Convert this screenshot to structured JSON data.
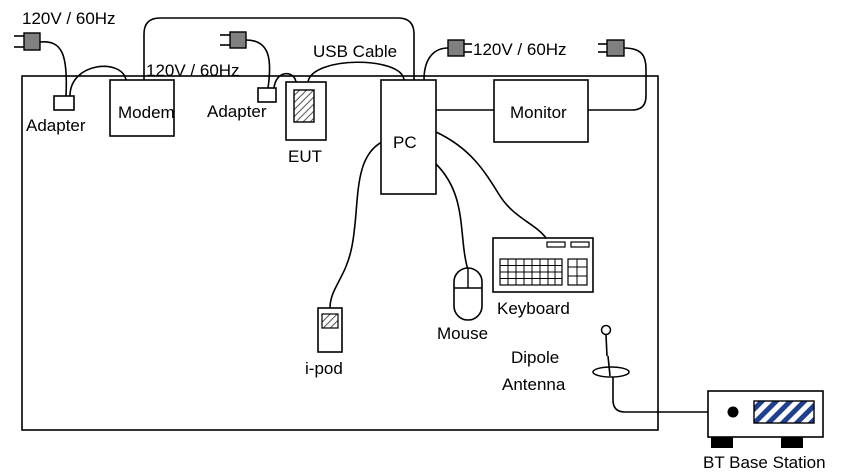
{
  "labels": {
    "power_top_left": "120V / 60Hz",
    "power_mid": "120V / 60Hz",
    "power_right": "120V / 60Hz",
    "usb_cable": "USB Cable",
    "adapter_left": "Adapter",
    "modem": "Modem",
    "adapter_right": "Adapter",
    "eut": "EUT",
    "pc": "PC",
    "monitor": "Monitor",
    "keyboard": "Keyboard",
    "mouse": "Mouse",
    "ipod": "i-pod",
    "dipole_line1": "Dipole",
    "dipole_line2": "Antenna",
    "bt_base_station": "BT Base Station"
  },
  "colors": {
    "line": "#000000",
    "plug_fill": "#808080",
    "stripe": "#1f3f8f"
  }
}
